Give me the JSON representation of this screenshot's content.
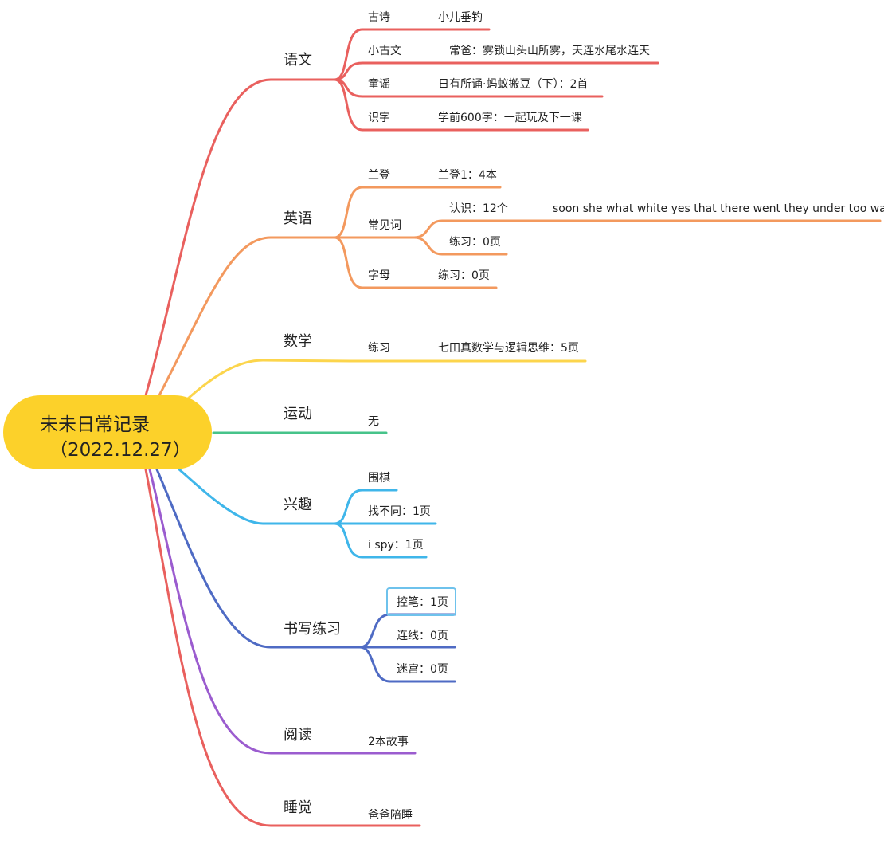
{
  "root": {
    "line1": "未未日常记录",
    "line2": "（2022.12.27）",
    "color": "#fcd12a"
  },
  "branches": [
    {
      "label": "语文",
      "color": "#e9605e",
      "children": [
        {
          "label": "古诗",
          "children": [
            {
              "label": "小儿垂钓"
            }
          ]
        },
        {
          "label": "小古文",
          "children": [
            {
              "label": "常爸：雾锁山头山所雾，天连水尾水连天"
            }
          ]
        },
        {
          "label": "童谣",
          "children": [
            {
              "label": "日有所诵·蚂蚁搬豆（下）：2首"
            }
          ]
        },
        {
          "label": "识字",
          "children": [
            {
              "label": "学前600字：一起玩及下一课"
            }
          ]
        }
      ]
    },
    {
      "label": "英语",
      "color": "#f3995e",
      "children": [
        {
          "label": "兰登",
          "children": [
            {
              "label": "兰登1：4本"
            }
          ]
        },
        {
          "label": "常见词",
          "children": [
            {
              "label": "认识：12个",
              "children": [
                {
                  "label": "soon she what white yes that there went they under too want"
                }
              ]
            },
            {
              "label": "练习：0页"
            }
          ]
        },
        {
          "label": "字母",
          "children": [
            {
              "label": "练习：0页"
            }
          ]
        }
      ]
    },
    {
      "label": "数学",
      "color": "#fcd54c",
      "children": [
        {
          "label": "练习",
          "children": [
            {
              "label": "七田真数学与逻辑思维：5页"
            }
          ]
        }
      ]
    },
    {
      "label": "运动",
      "color": "#46c38a",
      "children": [
        {
          "label": "无"
        }
      ]
    },
    {
      "label": "兴趣",
      "color": "#3fb6ea",
      "children": [
        {
          "label": "围棋"
        },
        {
          "label": "找不同：1页"
        },
        {
          "label": "i spy：1页"
        }
      ]
    },
    {
      "label": "书写练习",
      "color": "#4f6bc4",
      "children": [
        {
          "label": "控笔：1页"
        },
        {
          "label": "连线：0页"
        },
        {
          "label": "迷宫：0页"
        }
      ]
    },
    {
      "label": "阅读",
      "color": "#9b5ccf",
      "children": [
        {
          "label": "2本故事"
        }
      ]
    },
    {
      "label": "睡觉",
      "color": "#e9605e",
      "children": [
        {
          "label": "爸爸陪睡"
        }
      ]
    }
  ]
}
